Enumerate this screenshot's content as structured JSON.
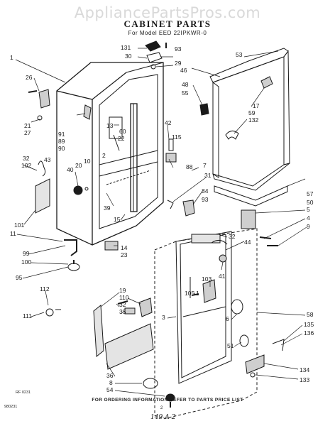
{
  "watermark": "AppliancePartsPros.com",
  "title": "CABINET PARTS",
  "subtitle": "For Model EED 22IPKWR-0",
  "footer": "FOR ORDERING INFORMATION REFER TO PARTS PRICE LIST",
  "page_number": "2",
  "handwritten_note": "149-A-2",
  "corner_code": "980231",
  "figure_ref": "RF 0231",
  "callouts": [
    {
      "id": "131",
      "text": "131"
    },
    {
      "id": "30",
      "text": "30"
    },
    {
      "id": "93a",
      "text": "93"
    },
    {
      "id": "53",
      "text": "53"
    },
    {
      "id": "29",
      "text": "29"
    },
    {
      "id": "46",
      "text": "46"
    },
    {
      "id": "1",
      "text": "1"
    },
    {
      "id": "26",
      "text": "26"
    },
    {
      "id": "48",
      "text": "48"
    },
    {
      "id": "55",
      "text": "55"
    },
    {
      "id": "17",
      "text": "17"
    },
    {
      "id": "59",
      "text": "59"
    },
    {
      "id": "132",
      "text": "132"
    },
    {
      "id": "21",
      "text": "21"
    },
    {
      "id": "27",
      "text": "27"
    },
    {
      "id": "13",
      "text": "13"
    },
    {
      "id": "60",
      "text": "60"
    },
    {
      "id": "42",
      "text": "42"
    },
    {
      "id": "91",
      "text": "91"
    },
    {
      "id": "89",
      "text": "89"
    },
    {
      "id": "90",
      "text": "90"
    },
    {
      "id": "22",
      "text": "22"
    },
    {
      "id": "115",
      "text": "115"
    },
    {
      "id": "32a",
      "text": "32"
    },
    {
      "id": "102",
      "text": "102"
    },
    {
      "id": "43",
      "text": "43"
    },
    {
      "id": "10",
      "text": "10"
    },
    {
      "id": "2",
      "text": "2"
    },
    {
      "id": "40",
      "text": "40"
    },
    {
      "id": "20",
      "text": "20"
    },
    {
      "id": "88",
      "text": "88"
    },
    {
      "id": "7",
      "text": "7"
    },
    {
      "id": "31",
      "text": "31"
    },
    {
      "id": "57",
      "text": "57"
    },
    {
      "id": "50",
      "text": "50"
    },
    {
      "id": "34",
      "text": "34"
    },
    {
      "id": "93b",
      "text": "93"
    },
    {
      "id": "39",
      "text": "39"
    },
    {
      "id": "5",
      "text": "5"
    },
    {
      "id": "4",
      "text": "4"
    },
    {
      "id": "9",
      "text": "9"
    },
    {
      "id": "101",
      "text": "101"
    },
    {
      "id": "15",
      "text": "15"
    },
    {
      "id": "11",
      "text": "11"
    },
    {
      "id": "32b",
      "text": "32"
    },
    {
      "id": "44",
      "text": "44"
    },
    {
      "id": "14",
      "text": "14"
    },
    {
      "id": "23",
      "text": "23"
    },
    {
      "id": "99",
      "text": "99"
    },
    {
      "id": "100",
      "text": "100"
    },
    {
      "id": "95",
      "text": "95"
    },
    {
      "id": "41",
      "text": "41"
    },
    {
      "id": "103",
      "text": "103"
    },
    {
      "id": "112",
      "text": "112"
    },
    {
      "id": "105",
      "text": "105"
    },
    {
      "id": "1b",
      "text": "1"
    },
    {
      "id": "19",
      "text": "19"
    },
    {
      "id": "110",
      "text": "110"
    },
    {
      "id": "32c",
      "text": "32"
    },
    {
      "id": "35",
      "text": "35"
    },
    {
      "id": "3",
      "text": "3"
    },
    {
      "id": "6",
      "text": "6"
    },
    {
      "id": "58",
      "text": "58"
    },
    {
      "id": "111",
      "text": "111"
    },
    {
      "id": "135",
      "text": "135"
    },
    {
      "id": "136",
      "text": "136"
    },
    {
      "id": "51",
      "text": "51"
    },
    {
      "id": "36",
      "text": "36"
    },
    {
      "id": "8",
      "text": "8"
    },
    {
      "id": "54",
      "text": "54"
    },
    {
      "id": "134",
      "text": "134"
    },
    {
      "id": "133",
      "text": "133"
    }
  ]
}
